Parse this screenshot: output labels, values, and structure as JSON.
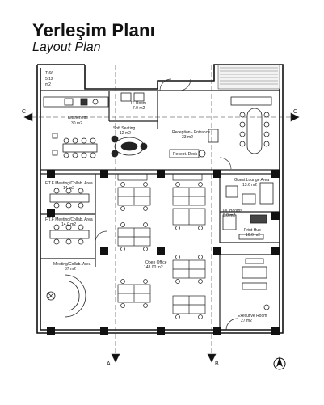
{
  "header": {
    "title": "Yerleşim Planı",
    "subtitle": "Layout Plan"
  },
  "section_marks": {
    "c_left": "C",
    "c_right": "C",
    "a_bottom": "A",
    "b_bottom": "B"
  },
  "rooms": {
    "top_left": {
      "line1": "T-66",
      "line2": "5.12",
      "line3": "m2"
    },
    "kitchenette": {
      "name": "Kitchenette",
      "area": "30 m2"
    },
    "it_room": {
      "name": "IT Room",
      "area": "7.0 m2"
    },
    "reception": {
      "name": "Reception - Entrance",
      "area": "33 m2"
    },
    "reception_desk": {
      "name": "Recept. Desk"
    },
    "soft_seating": {
      "name": "Soft Seating",
      "area": "12 m2"
    },
    "ftf_meeting_1": {
      "name": "F.T.F Meeting/Collab. Area",
      "area": "14 m2"
    },
    "ftf_meeting_2": {
      "name": "F.T.F Meeting/Collab. Area",
      "area": "14.0 m2"
    },
    "meeting_collab": {
      "name": "Meeting/Collab. Area",
      "area": "37 m2"
    },
    "open_office": {
      "name": "Open Office",
      "area": "148.00 m2"
    },
    "guest_lounge": {
      "name": "Guest Lounge Area",
      "area": "13.6 m2"
    },
    "tel_booths": {
      "name": "Tel. Booths",
      "area": "5.0 m2"
    },
    "print_hub": {
      "name": "Print Hub",
      "area": "10.6 m2"
    },
    "executive_room": {
      "name": "Executive Room",
      "area": "27 m2"
    }
  }
}
